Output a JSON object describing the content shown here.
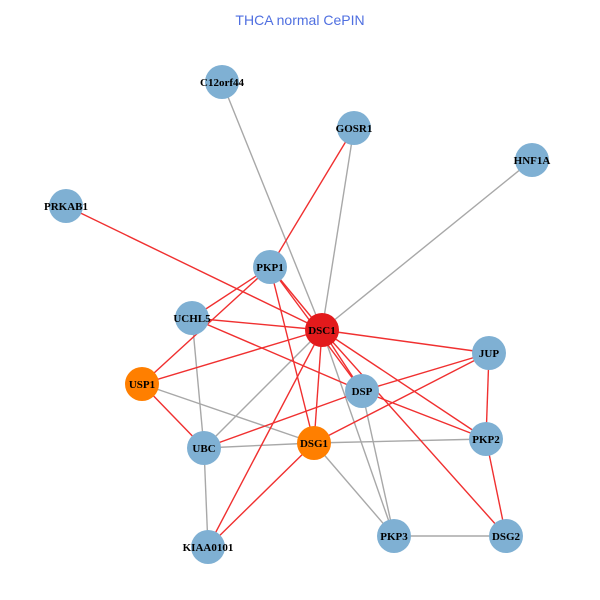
{
  "title": "THCA normal CePIN",
  "colors": {
    "normal": "#7fb0d3",
    "hub": "#e31a1c",
    "highlight": "#ff7f00",
    "edge_red": "#f03030",
    "edge_gray": "#a8a8a8"
  },
  "nodes": [
    {
      "id": "C12orf44",
      "type": "normal"
    },
    {
      "id": "GOSR1",
      "type": "normal"
    },
    {
      "id": "HNF1A",
      "type": "normal"
    },
    {
      "id": "PRKAB1",
      "type": "normal"
    },
    {
      "id": "PKP1",
      "type": "normal"
    },
    {
      "id": "UCHL5",
      "type": "normal"
    },
    {
      "id": "DSC1",
      "type": "hub"
    },
    {
      "id": "JUP",
      "type": "normal"
    },
    {
      "id": "USP1",
      "type": "highlight"
    },
    {
      "id": "DSP",
      "type": "normal"
    },
    {
      "id": "UBC",
      "type": "normal"
    },
    {
      "id": "DSG1",
      "type": "highlight"
    },
    {
      "id": "PKP2",
      "type": "normal"
    },
    {
      "id": "KIAA0101",
      "type": "normal"
    },
    {
      "id": "PKP3",
      "type": "normal"
    },
    {
      "id": "DSG2",
      "type": "normal"
    }
  ],
  "edges": [
    [
      "C12orf44",
      "DSC1",
      "gray"
    ],
    [
      "GOSR1",
      "DSC1",
      "gray"
    ],
    [
      "HNF1A",
      "DSC1",
      "gray"
    ],
    [
      "UCHL5",
      "UBC",
      "gray"
    ],
    [
      "USP1",
      "DSG1",
      "gray"
    ],
    [
      "UBC",
      "DSG1",
      "gray"
    ],
    [
      "UBC",
      "DSC1",
      "gray"
    ],
    [
      "UBC",
      "KIAA0101",
      "gray"
    ],
    [
      "DSG1",
      "PKP2",
      "gray"
    ],
    [
      "DSG1",
      "PKP3",
      "gray"
    ],
    [
      "DSC1",
      "PKP3",
      "gray"
    ],
    [
      "DSP",
      "PKP3",
      "gray"
    ],
    [
      "PKP3",
      "DSG2",
      "gray"
    ],
    [
      "PRKAB1",
      "DSC1",
      "red"
    ],
    [
      "GOSR1",
      "PKP1",
      "red"
    ],
    [
      "PKP1",
      "DSC1",
      "red"
    ],
    [
      "PKP1",
      "UCHL5",
      "red"
    ],
    [
      "PKP1",
      "USP1",
      "red"
    ],
    [
      "PKP1",
      "DSG1",
      "red"
    ],
    [
      "PKP1",
      "DSP",
      "red"
    ],
    [
      "UCHL5",
      "DSC1",
      "red"
    ],
    [
      "UCHL5",
      "DSP",
      "red"
    ],
    [
      "USP1",
      "DSC1",
      "red"
    ],
    [
      "USP1",
      "UBC",
      "red"
    ],
    [
      "UBC",
      "DSP",
      "red"
    ],
    [
      "DSC1",
      "DSG1",
      "red"
    ],
    [
      "DSC1",
      "KIAA0101",
      "red"
    ],
    [
      "DSC1",
      "JUP",
      "red"
    ],
    [
      "DSC1",
      "PKP2",
      "red"
    ],
    [
      "DSC1",
      "DSG2",
      "red"
    ],
    [
      "DSC1",
      "DSP",
      "red"
    ],
    [
      "DSG1",
      "JUP",
      "red"
    ],
    [
      "DSP",
      "JUP",
      "red"
    ],
    [
      "DSP",
      "PKP2",
      "red"
    ],
    [
      "DSG1",
      "KIAA0101",
      "red"
    ],
    [
      "JUP",
      "PKP2",
      "red"
    ],
    [
      "PKP2",
      "DSG2",
      "red"
    ]
  ]
}
